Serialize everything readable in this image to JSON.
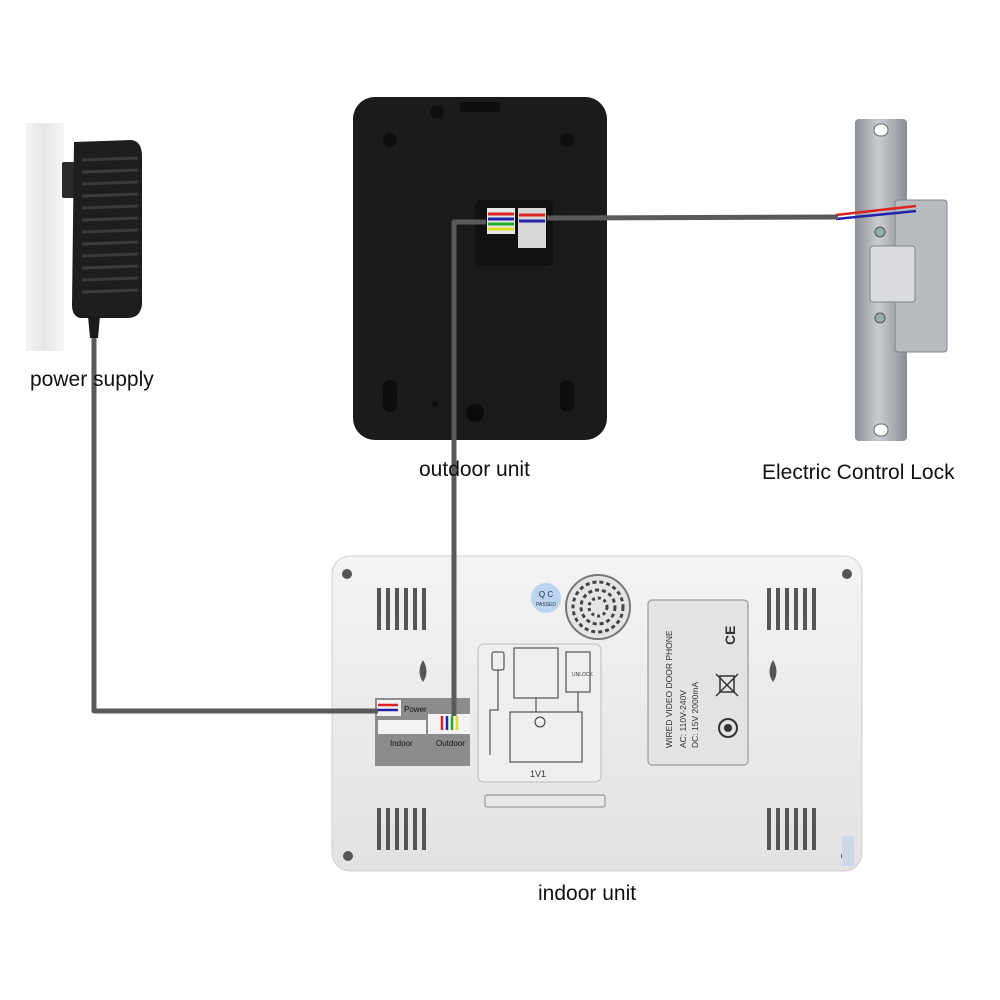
{
  "labels": {
    "power_supply": "power supply",
    "outdoor_unit": "outdoor unit",
    "electric_lock": "Electric Control Lock",
    "indoor_unit": "indoor unit"
  },
  "indoor_panel": {
    "power_port": "Power",
    "indoor_port": "Indoor",
    "outdoor_port": "Outdoor",
    "qc_line1": "Q C",
    "qc_line2": "PASSED",
    "spec_title": "WIRED VIDEO DOOR PHONE",
    "spec_ac": "AC: 110V-240V",
    "spec_dc": "DC: 15V   2000mA",
    "ce_mark": "CE",
    "diagram_caption": "1V1",
    "diagram_unlock": "UNLOCK"
  },
  "colors": {
    "cable": "#5a5a5a",
    "outdoor_body": "#1b1b1b",
    "indoor_body": "#ececec",
    "lock_metal": "#a9adb2"
  }
}
